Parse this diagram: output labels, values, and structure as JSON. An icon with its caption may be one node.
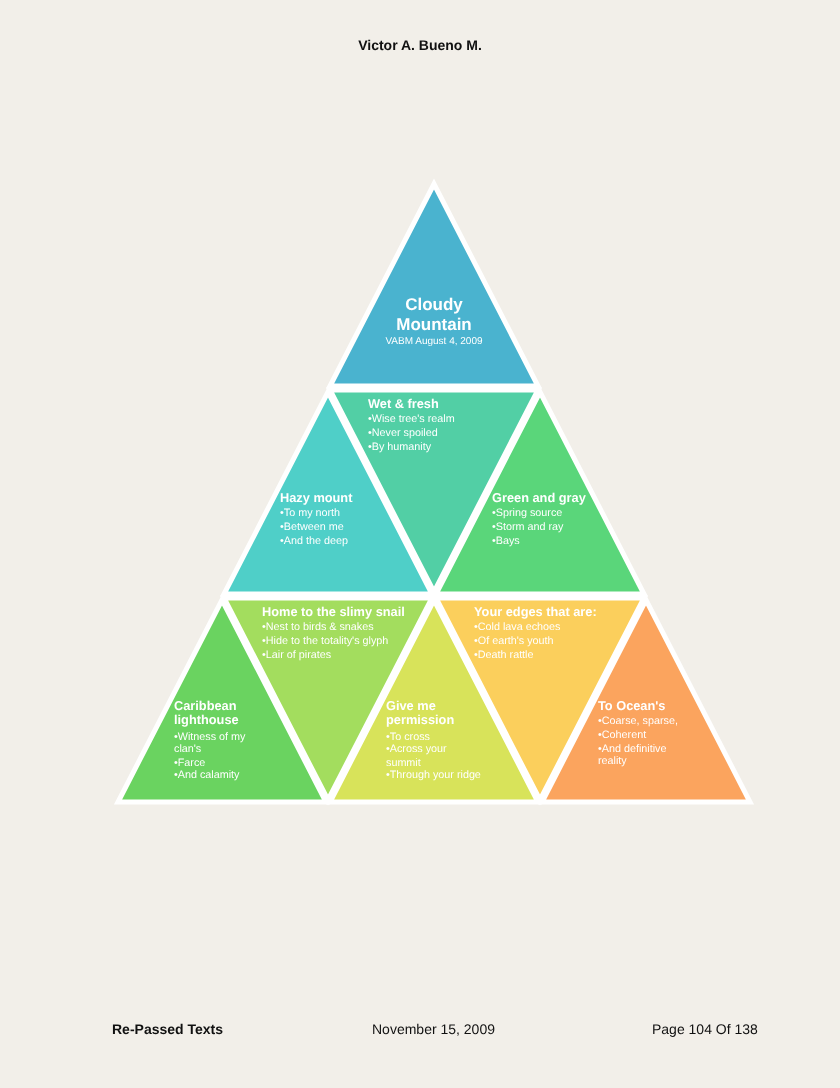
{
  "diagram": {
    "nodes": [
      {
        "text": [
          "Cloudy Mountain",
          "VABM August 4, 2009"
        ]
      },
      {
        "text": [
          "Wet & fresh",
          "•Wise tree's realm",
          "•Never spoiled",
          "•By humanity"
        ]
      },
      {
        "text": [
          "Hazy mount",
          "•To my north",
          "•Between me",
          "•And the deep"
        ]
      },
      {
        "text": [
          "Green and gray",
          "•Spring source",
          "•Storm and ray",
          "•Bays"
        ]
      },
      {
        "text": [
          "Caribbean lighthouse",
          "•Witness of my clan's",
          "•Farce",
          "•And calamity"
        ]
      },
      {
        "text": [
          "Home to the slimy snail",
          "•Nest to birds & snakes",
          "•Hide to the totality's glyph",
          "•Lair of pirates"
        ]
      },
      {
        "text": [
          "Give me permission",
          "•To cross",
          "•Across your summit",
          "•Through your ridge"
        ]
      },
      {
        "text": [
          "Your edges that are:",
          "•Cold lava echoes",
          "•Of earth's youth",
          "•Death rattle"
        ]
      },
      {
        "text": [
          "To Ocean's",
          "•Coarse, sparse,",
          "•Coherent",
          "•And definitive reality"
        ]
      }
    ],
    "labels": [
      "Victor A. Bueno M.",
      "Re-Passed Texts",
      "November 15, 2009",
      "Page 104 Of 138"
    ]
  }
}
